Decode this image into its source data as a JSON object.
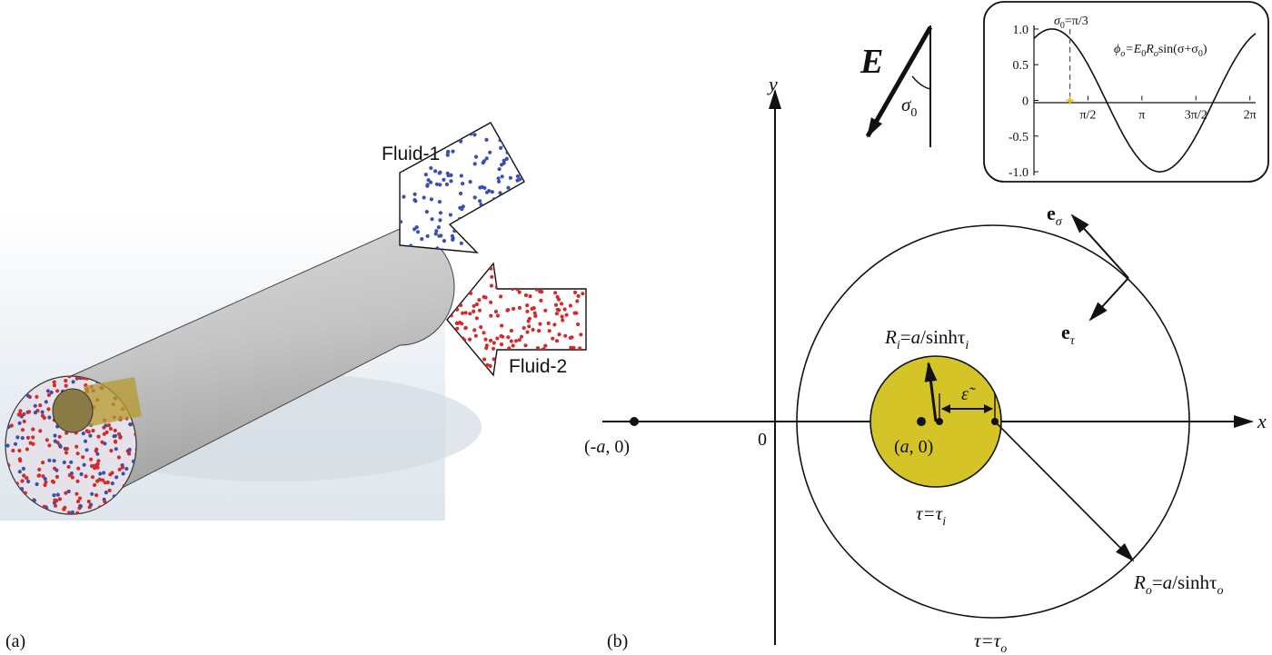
{
  "panel_a": {
    "label": "(a)",
    "fluid1_label": "Fluid-1",
    "fluid2_label": "Fluid-2",
    "fluid1_color": "#3a4fb0",
    "fluid2_color": "#d42a2a",
    "pipe_color": "#c2c2c2",
    "core_color": "#8a7a45"
  },
  "panel_b": {
    "label": "(b)",
    "origin_label": "0",
    "x_label": "x",
    "y_label": "y",
    "focus_left_label": "(-a, 0)",
    "focus_right_label": "(a, 0)",
    "field_symbol": "E",
    "angle_symbol": "σ",
    "angle_sub": "0",
    "inner_radius": {
      "R": "R",
      "sub": "i",
      "eq": "=",
      "a": "a",
      "rest": "/sinhτ",
      "tsub": "i"
    },
    "outer_radius": {
      "R": "R",
      "sub": "o",
      "eq": "=",
      "a": "a",
      "rest": "/sinhτ",
      "tsub": "o"
    },
    "inner_tau": {
      "tau": "τ=τ",
      "sub": "i"
    },
    "outer_tau": {
      "tau": "τ=τ",
      "sub": "o"
    },
    "eccentricity_label": "ε̃",
    "e_sigma": {
      "e": "e",
      "sub": "σ"
    },
    "e_tau": {
      "e": "e",
      "sub": "τ"
    },
    "inner_fill": "#d4c428"
  },
  "inset_plot": {
    "annotation_sigma": {
      "s": "σ",
      "sub": "0",
      "val": "=π/3"
    },
    "formula": {
      "phi": "ϕ",
      "phisub": "o",
      "eq": "=E",
      "esub": "0",
      "R": "R",
      "rsub": "o",
      "rest": "sin(σ+σ",
      "rest_sub": "0",
      "close": ")"
    },
    "y_ticks": [
      "1.0",
      "0.5",
      "0",
      "-0.5",
      "-1.0"
    ],
    "x_ticks": [
      "π/2",
      "π",
      "3π/2",
      "2π"
    ],
    "marker_color": "#e8c020"
  },
  "chart_data": {
    "type": "line",
    "series": [
      {
        "function": "sin(σ + π/3)",
        "sigma_0": "π/3"
      }
    ],
    "xlim": [
      0,
      6.45
    ],
    "ylim": [
      -1.05,
      1.05
    ],
    "x_tick_values": [
      1.5708,
      3.1416,
      4.7124,
      6.2832
    ],
    "x_tick_labels": [
      "π/2",
      "π",
      "3π/2",
      "2π"
    ],
    "y_tick_values": [
      1.0,
      0.5,
      0,
      -0.5,
      -1.0
    ],
    "y_tick_labels": [
      "1.0",
      "0.5",
      "0",
      "-0.5",
      "-1.0"
    ],
    "marker_x": 1.0472,
    "title": "",
    "xlabel": "",
    "ylabel": ""
  }
}
